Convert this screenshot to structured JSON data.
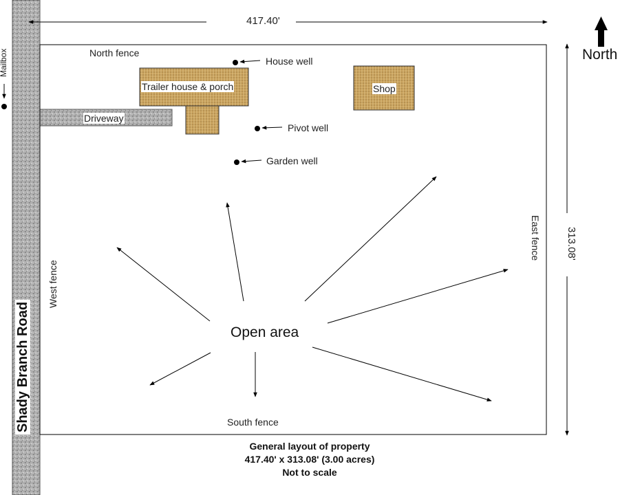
{
  "dimensions": {
    "width_label": "417.40'",
    "height_label": "313.08'"
  },
  "compass": {
    "label": "North",
    "icon": "north-arrow-icon"
  },
  "road": {
    "label": "Shady Branch Road",
    "mailbox_label": "Mailbox"
  },
  "fences": {
    "north": "North fence",
    "south": "South fence",
    "east": "East fence",
    "west": "West fence"
  },
  "structures": {
    "trailer": "Trailer house & porch",
    "shop": "Shop",
    "driveway": "Driveway"
  },
  "wells": {
    "house": "House well",
    "pivot": "Pivot well",
    "garden": "Garden well"
  },
  "open_area": {
    "label": "Open area"
  },
  "caption": {
    "line1": "General layout of property",
    "line2": "417.40' x 313.08' (3.00 acres)",
    "line3": "Not to scale"
  },
  "colors": {
    "road": "#a9a9a9",
    "building": "#c9a25e",
    "line": "#000000"
  }
}
